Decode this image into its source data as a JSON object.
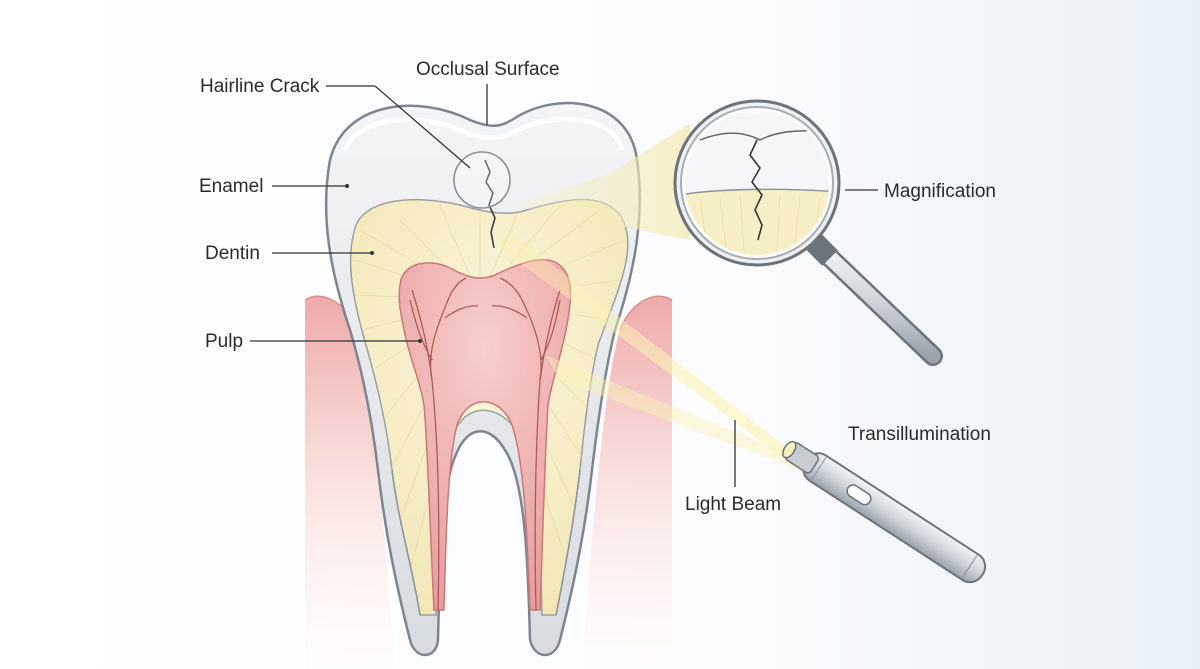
{
  "labels": {
    "hairline_crack": "Hairline Crack",
    "occlusal_surface": "Occlusal Surface",
    "enamel": "Enamel",
    "dentin": "Dentin",
    "pulp": "Pulp",
    "magnification": "Magnification",
    "transillumination": "Transillumination",
    "light_beam": "Light Beam"
  },
  "colors": {
    "enamel": "#e4e6e8",
    "dentin": "#f6efc8",
    "pulp": "#f0b7b4",
    "gum": "#f2c4c4",
    "light": "#fbf3b0",
    "instrument": "#d5d9dd"
  }
}
